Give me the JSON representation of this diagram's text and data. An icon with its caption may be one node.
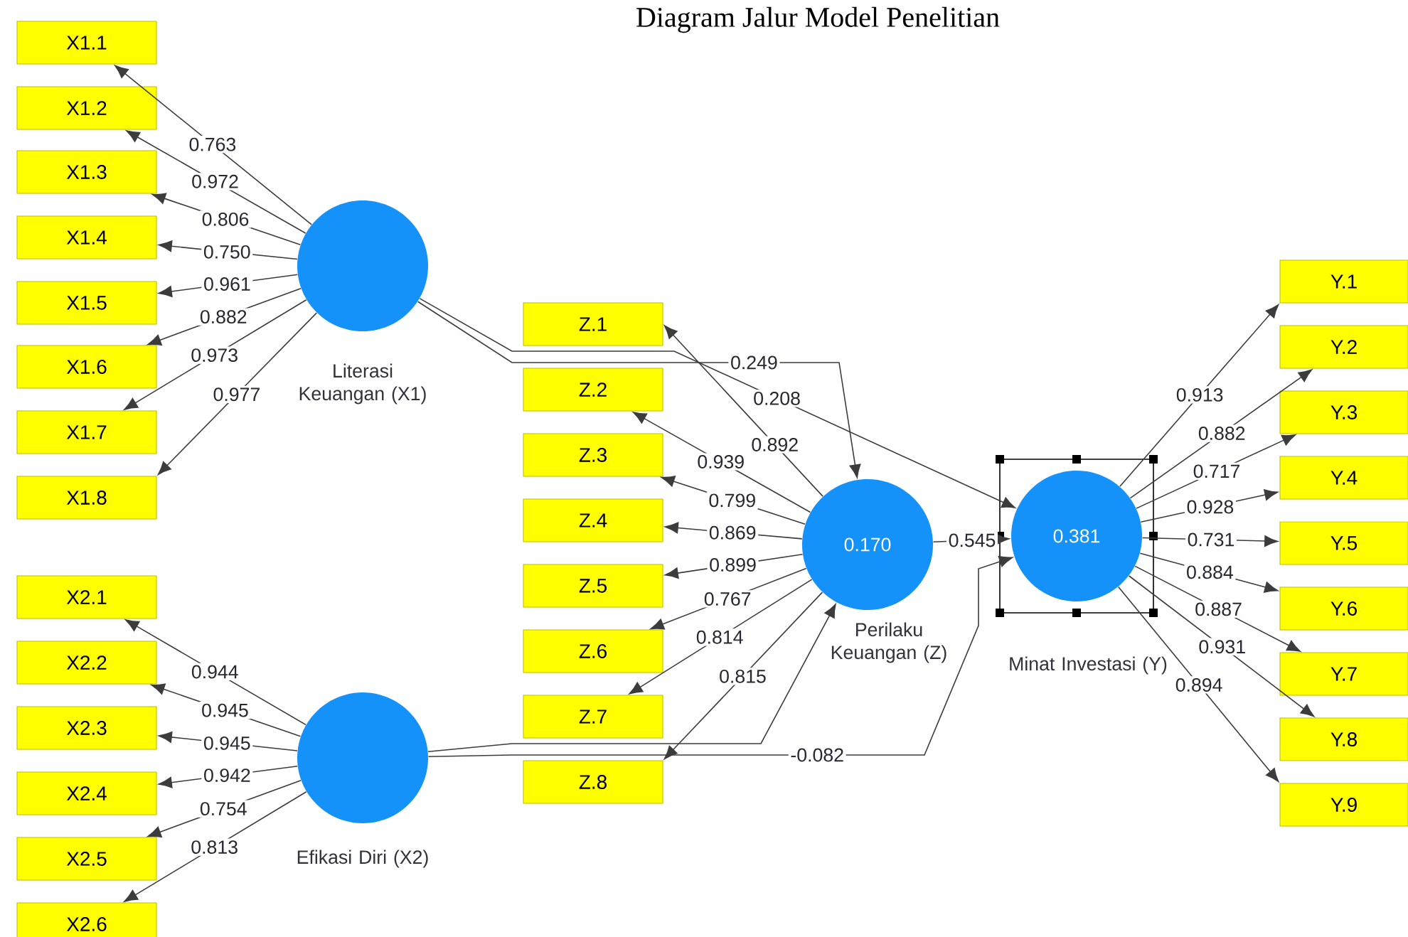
{
  "diagram": {
    "title": "Diagram Jalur Model Penelitian",
    "nodes": [
      {
        "text": [
          "Literasi Keuangan (X1)"
        ]
      },
      {
        "text": [
          "Efikasi Diri (X2)"
        ]
      },
      {
        "text": [
          "0.170",
          "Perilaku Keuangan (Z)"
        ]
      },
      {
        "text": [
          "0.381",
          "Minat Investasi (Y)"
        ]
      },
      {
        "text": [
          "X1.1"
        ]
      },
      {
        "text": [
          "X1.2"
        ]
      },
      {
        "text": [
          "X1.3"
        ]
      },
      {
        "text": [
          "X1.4"
        ]
      },
      {
        "text": [
          "X1.5"
        ]
      },
      {
        "text": [
          "X1.6"
        ]
      },
      {
        "text": [
          "X1.7"
        ]
      },
      {
        "text": [
          "X1.8"
        ]
      },
      {
        "text": [
          "X2.1"
        ]
      },
      {
        "text": [
          "X2.2"
        ]
      },
      {
        "text": [
          "X2.3"
        ]
      },
      {
        "text": [
          "X2.4"
        ]
      },
      {
        "text": [
          "X2.5"
        ]
      },
      {
        "text": [
          "X2.6"
        ]
      },
      {
        "text": [
          "Z.1"
        ]
      },
      {
        "text": [
          "Z.2"
        ]
      },
      {
        "text": [
          "Z.3"
        ]
      },
      {
        "text": [
          "Z.4"
        ]
      },
      {
        "text": [
          "Z.5"
        ]
      },
      {
        "text": [
          "Z.6"
        ]
      },
      {
        "text": [
          "Z.7"
        ]
      },
      {
        "text": [
          "Z.8"
        ]
      },
      {
        "text": [
          "Y.1"
        ]
      },
      {
        "text": [
          "Y.2"
        ]
      },
      {
        "text": [
          "Y.3"
        ]
      },
      {
        "text": [
          "Y.4"
        ]
      },
      {
        "text": [
          "Y.5"
        ]
      },
      {
        "text": [
          "Y.6"
        ]
      },
      {
        "text": [
          "Y.7"
        ]
      },
      {
        "text": [
          "Y.8"
        ]
      },
      {
        "text": [
          "Y.9"
        ]
      }
    ],
    "edges": [
      {
        "from": 0,
        "to": 4,
        "arrow": "to",
        "label": "0.763"
      },
      {
        "from": 0,
        "to": 5,
        "arrow": "to",
        "label": "0.972"
      },
      {
        "from": 0,
        "to": 6,
        "arrow": "to",
        "label": "0.806"
      },
      {
        "from": 0,
        "to": 7,
        "arrow": "to",
        "label": "0.750"
      },
      {
        "from": 0,
        "to": 8,
        "arrow": "to",
        "label": "0.961"
      },
      {
        "from": 0,
        "to": 9,
        "arrow": "to",
        "label": "0.882"
      },
      {
        "from": 0,
        "to": 10,
        "arrow": "to",
        "label": "0.973"
      },
      {
        "from": 0,
        "to": 11,
        "arrow": "to",
        "label": "0.977"
      },
      {
        "from": 1,
        "to": 12,
        "arrow": "to",
        "label": "0.944"
      },
      {
        "from": 1,
        "to": 13,
        "arrow": "to",
        "label": "0.945"
      },
      {
        "from": 1,
        "to": 14,
        "arrow": "to",
        "label": "0.945"
      },
      {
        "from": 1,
        "to": 15,
        "arrow": "to",
        "label": "0.942"
      },
      {
        "from": 1,
        "to": 16,
        "arrow": "to",
        "label": "0.754"
      },
      {
        "from": 1,
        "to": 17,
        "arrow": "to",
        "label": "0.813"
      },
      {
        "from": 2,
        "to": 18,
        "arrow": "to",
        "label": "0.892"
      },
      {
        "from": 2,
        "to": 19,
        "arrow": "to",
        "label": "0.939"
      },
      {
        "from": 2,
        "to": 20,
        "arrow": "to",
        "label": "0.799"
      },
      {
        "from": 2,
        "to": 21,
        "arrow": "to",
        "label": "0.869"
      },
      {
        "from": 2,
        "to": 22,
        "arrow": "to",
        "label": "0.899"
      },
      {
        "from": 2,
        "to": 23,
        "arrow": "to",
        "label": "0.767"
      },
      {
        "from": 2,
        "to": 24,
        "arrow": "to",
        "label": "0.814"
      },
      {
        "from": 2,
        "to": 25,
        "arrow": "to",
        "label": "0.815"
      },
      {
        "from": 3,
        "to": 26,
        "arrow": "to",
        "label": "0.913"
      },
      {
        "from": 3,
        "to": 27,
        "arrow": "to",
        "label": "0.882"
      },
      {
        "from": 3,
        "to": 28,
        "arrow": "to",
        "label": "0.717"
      },
      {
        "from": 3,
        "to": 29,
        "arrow": "to",
        "label": "0.928"
      },
      {
        "from": 3,
        "to": 30,
        "arrow": "to",
        "label": "0.731"
      },
      {
        "from": 3,
        "to": 31,
        "arrow": "to",
        "label": "0.884"
      },
      {
        "from": 3,
        "to": 32,
        "arrow": "to",
        "label": "0.887"
      },
      {
        "from": 3,
        "to": 33,
        "arrow": "to",
        "label": "0.931"
      },
      {
        "from": 3,
        "to": 34,
        "arrow": "to",
        "label": "0.894"
      },
      {
        "from": 0,
        "to": 2,
        "arrow": "to",
        "label": "0.249"
      },
      {
        "from": 0,
        "to": 3,
        "arrow": "to",
        "label": "0.208"
      },
      {
        "from": 1,
        "to": 2,
        "arrow": "to"
      },
      {
        "from": 1,
        "to": 3,
        "arrow": "to",
        "label": "-0.082"
      },
      {
        "from": 2,
        "to": 3,
        "arrow": "to",
        "label": "0.545"
      }
    ]
  }
}
